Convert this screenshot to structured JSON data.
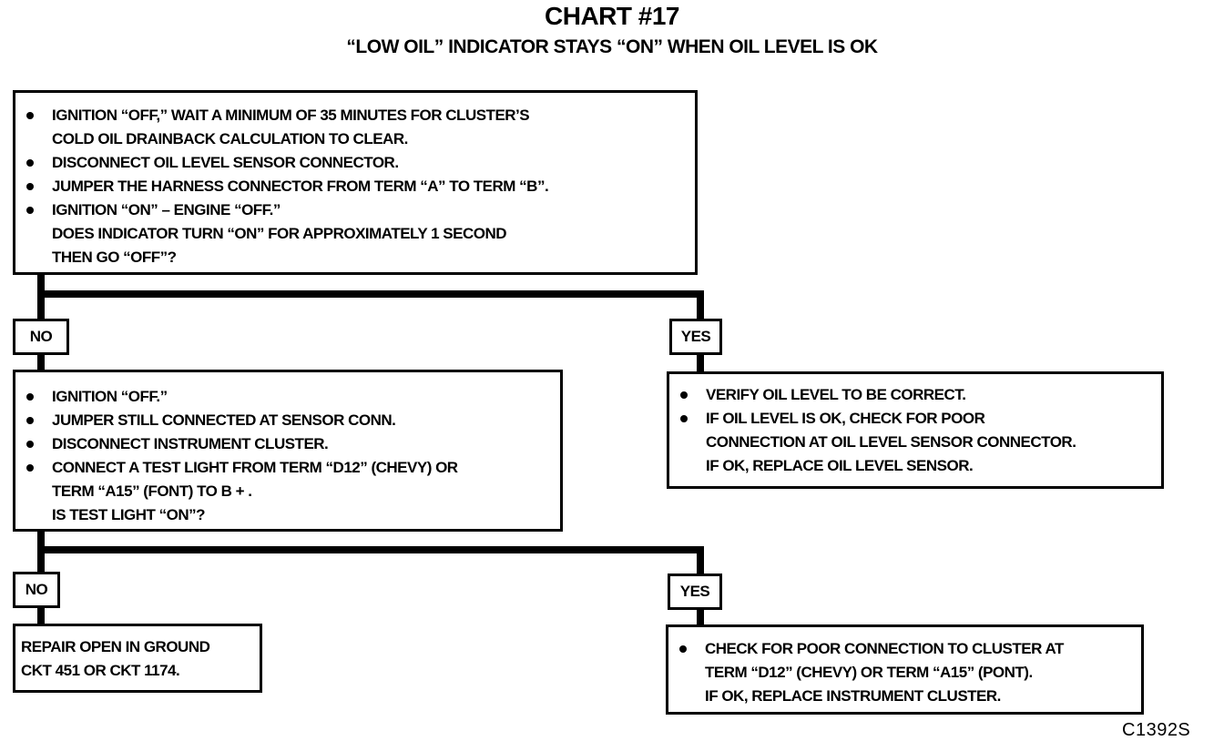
{
  "title": "CHART #17",
  "subtitle": "“LOW OIL” INDICATOR STAYS “ON” WHEN OIL LEVEL IS OK",
  "step1": {
    "bullets": [
      "IGNITION “OFF,” WAIT A MINIMUM OF 35 MINUTES FOR CLUSTER’S",
      "DISCONNECT OIL LEVEL SENSOR CONNECTOR.",
      "JUMPER THE HARNESS CONNECTOR FROM TERM “A” TO TERM “B”.",
      "IGNITION “ON” – ENGINE “OFF.”"
    ],
    "bullet1_cont": "COLD OIL DRAINBACK CALCULATION TO CLEAR.",
    "question_line1": "DOES INDICATOR TURN “ON” FOR APPROXIMATELY 1 SECOND",
    "question_line2": "THEN GO “OFF”?"
  },
  "branch1": {
    "no_label": "NO",
    "yes_label": "YES"
  },
  "step2": {
    "bullets": [
      "IGNITION “OFF.”",
      "JUMPER STILL CONNECTED AT SENSOR CONN.",
      "DISCONNECT INSTRUMENT CLUSTER.",
      "CONNECT A TEST LIGHT FROM TERM “D12” (CHEVY) OR"
    ],
    "bullet4_cont": "TERM “A15” (FONT) TO B + .",
    "question": "IS TEST LIGHT “ON”?"
  },
  "yes1": {
    "bullets": [
      "VERIFY OIL LEVEL TO BE CORRECT.",
      "IF OIL LEVEL IS OK, CHECK FOR POOR"
    ],
    "bullet2_cont1": "CONNECTION AT OIL LEVEL SENSOR CONNECTOR.",
    "bullet2_cont2": "IF OK, REPLACE OIL LEVEL SENSOR."
  },
  "branch2": {
    "no_label": "NO",
    "yes_label": "YES"
  },
  "no2": {
    "line1": "REPAIR OPEN IN GROUND",
    "line2": "CKT 451 OR CKT 1174."
  },
  "yes2": {
    "bullet": "CHECK FOR POOR CONNECTION TO CLUSTER AT",
    "cont1": "TERM “D12” (CHEVY) OR TERM “A15” (PONT).",
    "cont2": "IF OK, REPLACE INSTRUMENT CLUSTER."
  },
  "figure_code": "C1392S"
}
